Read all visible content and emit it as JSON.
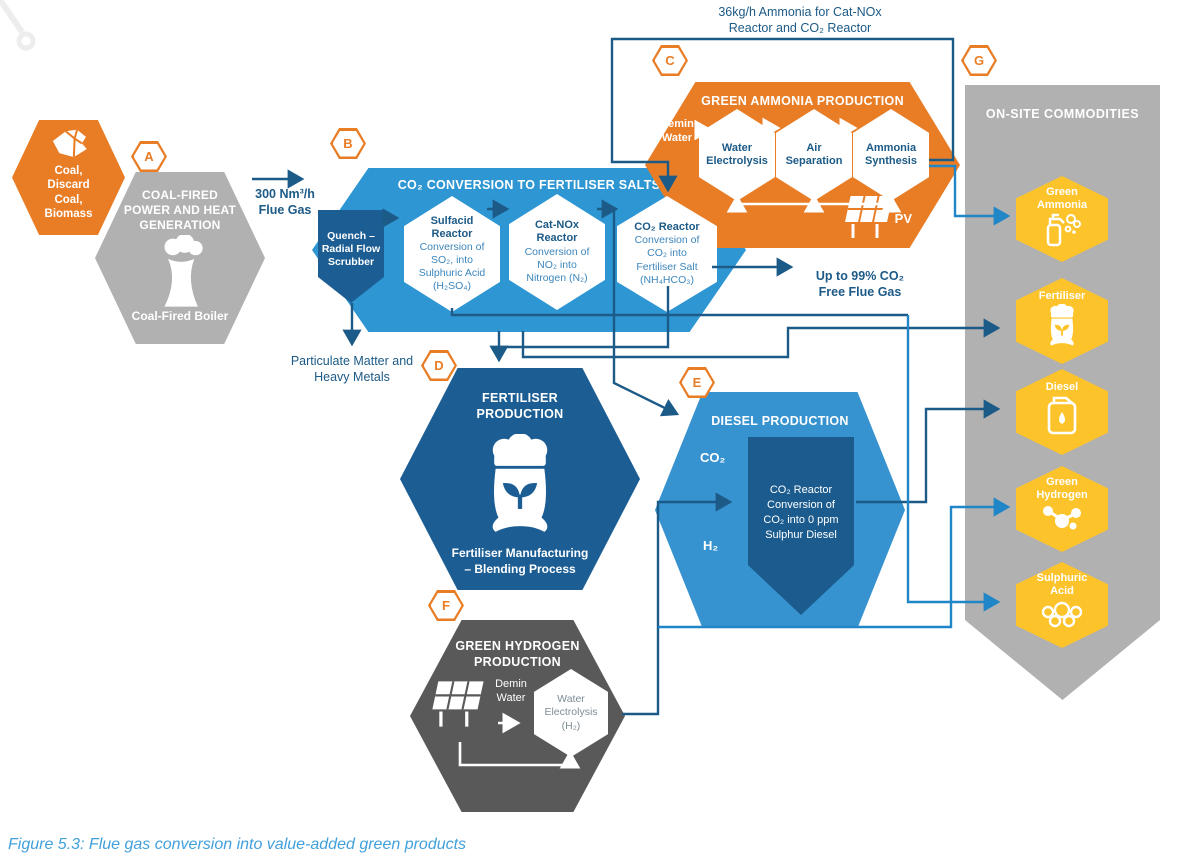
{
  "caption": "Figure 5.3: Flue gas conversion into value-added green products",
  "annotations": {
    "ammonia_supply": "36kg/h Ammonia for Cat-NOx\nReactor and CO₂ Reactor",
    "flue_gas": "300 Nm³/h\nFlue Gas",
    "particulate": "Particulate Matter and\nHeavy Metals",
    "co2_free": "Up to 99% CO₂\nFree Flue Gas"
  },
  "badges": {
    "a": "A",
    "b": "B",
    "c": "C",
    "d": "D",
    "e": "E",
    "f": "F",
    "g": "G"
  },
  "feedstock": {
    "label": "Coal,\nDiscard\nCoal,\nBiomass",
    "icon": "coal-icon"
  },
  "power_plant": {
    "title": "COAL-FIRED\nPOWER AND HEAT\nGENERATION",
    "subtitle": "Coal-Fired Boiler",
    "icon": "cooling-tower-icon"
  },
  "fertiliser_salts": {
    "title": "CO₂ CONVERSION TO FERTILISER SALTS",
    "quench": "Quench –\nRadial Flow\nScrubber",
    "reactors": [
      {
        "name": "Sulfacid\nReactor",
        "desc": "Conversion of\nSO₂, into\nSulphuric Acid\n(H₂SO₄)"
      },
      {
        "name": "Cat-NOx\nReactor",
        "desc": "Conversion of\nNO₂ into\nNitrogen (N₂)"
      },
      {
        "name": "CO₂ Reactor",
        "desc": "Conversion of\nCO₂ into\nFertiliser Salt\n(NH₄HCO₃)"
      }
    ]
  },
  "green_ammonia": {
    "title": "GREEN AMMONIA PRODUCTION",
    "input": "Demin\nWater",
    "steps": [
      "Water\nElectrolysis",
      "Air\nSeparation",
      "Ammonia\nSynthesis"
    ],
    "pv": "PV"
  },
  "fertiliser_production": {
    "title": "FERTILISER\nPRODUCTION",
    "subtitle": "Fertiliser Manufacturing\n– Blending Process",
    "icon": "fertiliser-bag-icon"
  },
  "diesel_production": {
    "title": "DIESEL PRODUCTION",
    "input_top": "CO₂",
    "input_bottom": "H₂",
    "reactor": "CO₂ Reactor\nConversion of\nCO₂ into 0 ppm\nSulphur Diesel"
  },
  "green_hydrogen": {
    "title": "GREEN HYDROGEN\nPRODUCTION",
    "input": "Demin\nWater",
    "step": "Water\nElectrolysis\n(H₂)",
    "icon": "solar-panel-icon"
  },
  "commodities": {
    "title": "ON-SITE COMMODITIES",
    "items": [
      {
        "label": "Green\nAmmonia",
        "icon": "spray-bottle-icon"
      },
      {
        "label": "Fertiliser",
        "icon": "fertiliser-bag-icon"
      },
      {
        "label": "Diesel",
        "icon": "fuel-can-icon"
      },
      {
        "label": "Green\nHydrogen",
        "icon": "hydrogen-molecule-icon"
      },
      {
        "label": "Sulphuric\nAcid",
        "icon": "acid-molecule-icon"
      }
    ]
  },
  "colors": {
    "orange": "#E87D26",
    "blue": "#2E96D2",
    "dark_blue": "#1C5E94",
    "navy_line": "#1C5A87",
    "bright_line": "#2186C8",
    "gray": "#B1B1B1",
    "dark_gray": "#595959",
    "yellow": "#FDC32A",
    "caption_blue": "#41A0DC",
    "white": "#FFFFFF"
  }
}
